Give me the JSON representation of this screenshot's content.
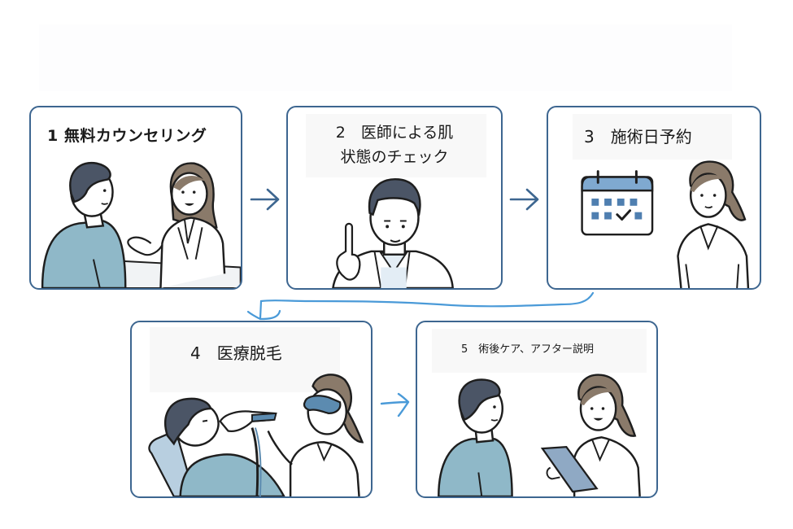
{
  "diagram": {
    "type": "process-flow",
    "language": "ja",
    "steps": [
      {
        "number": "1",
        "label": "無料カウンセリング",
        "title": "1 無料カウンセリング",
        "illustration": "patient-counselor-conversation"
      },
      {
        "number": "2",
        "label": "医師による肌状態のチェック",
        "title_line1": "2　医師による肌",
        "title_line2": "状態のチェック",
        "illustration": "doctor-pointing"
      },
      {
        "number": "3",
        "label": "施術日予約",
        "title": "3　施術日予約",
        "illustration": "calendar-with-check-and-nurse"
      },
      {
        "number": "4",
        "label": "医療脱毛",
        "title": "4　医療脱毛",
        "illustration": "laser-hair-removal-treatment"
      },
      {
        "number": "5",
        "label": "術後ケア、アフター説明",
        "title": "5　術後ケア、アフター説明",
        "illustration": "nurse-explaining-with-clipboard"
      }
    ],
    "connections": [
      {
        "from": "1",
        "to": "2",
        "icon": "arrow-right-icon"
      },
      {
        "from": "2",
        "to": "3",
        "icon": "arrow-right-icon"
      },
      {
        "from": "3",
        "to": "4",
        "icon": "wrap-arrow-down-left-icon"
      },
      {
        "from": "4",
        "to": "5",
        "icon": "arrow-right-icon"
      }
    ],
    "colors": {
      "box_border": "#3d6690",
      "arrow": "#3d6690",
      "hand_drawn_arrow": "#4a9ad8",
      "shirt_blue": "#8fb8c8",
      "hair_dark": "#4b5566",
      "hair_brown": "#8a7a6a",
      "calendar_header": "#7fa9d0",
      "calendar_cell": "#4f7fb0"
    }
  }
}
